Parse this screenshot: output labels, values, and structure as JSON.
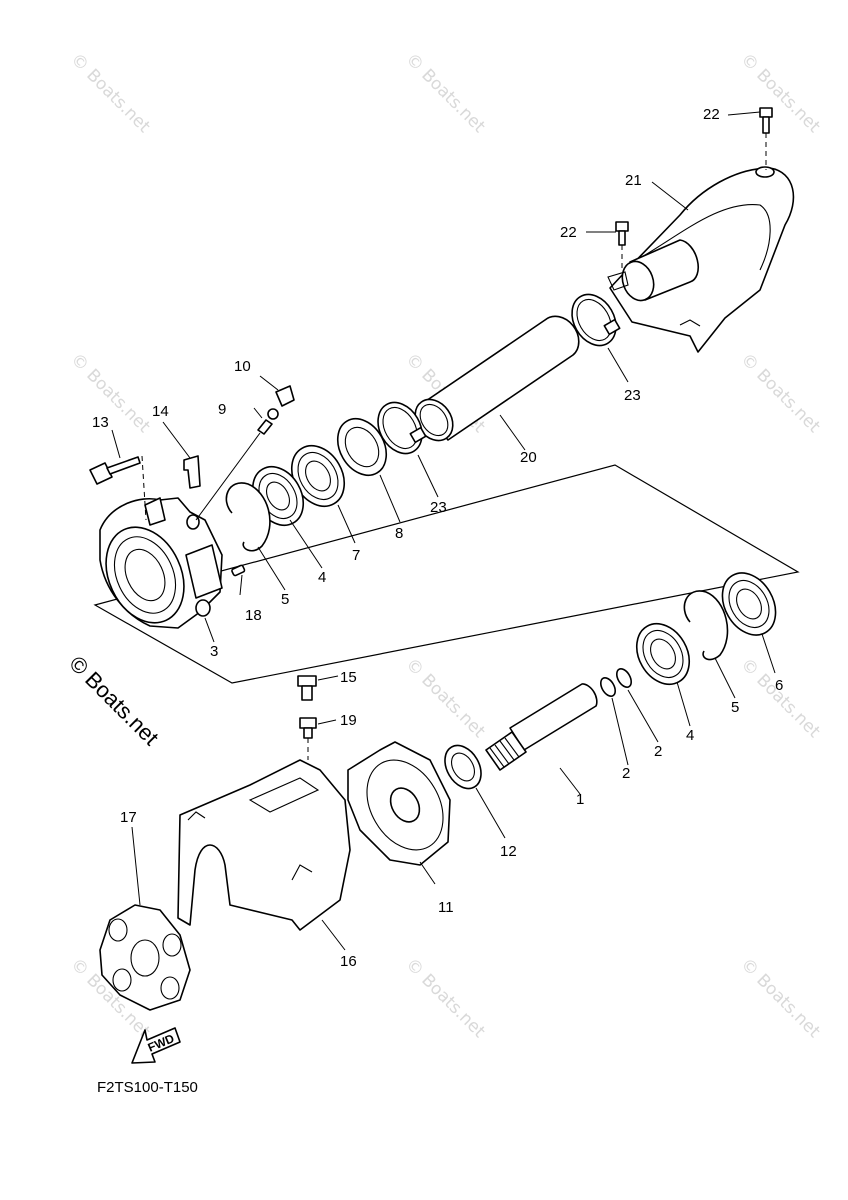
{
  "diagram_code": "F2TS100-T150",
  "watermark": "© Boats.net",
  "brand_mark": "© Boats.net",
  "direction_label": "FWD",
  "callouts": [
    "1",
    "2",
    "2",
    "3",
    "4",
    "4",
    "5",
    "5",
    "6",
    "7",
    "8",
    "9",
    "10",
    "11",
    "12",
    "13",
    "14",
    "15",
    "16",
    "17",
    "18",
    "19",
    "20",
    "21",
    "22",
    "22",
    "23",
    "23"
  ]
}
